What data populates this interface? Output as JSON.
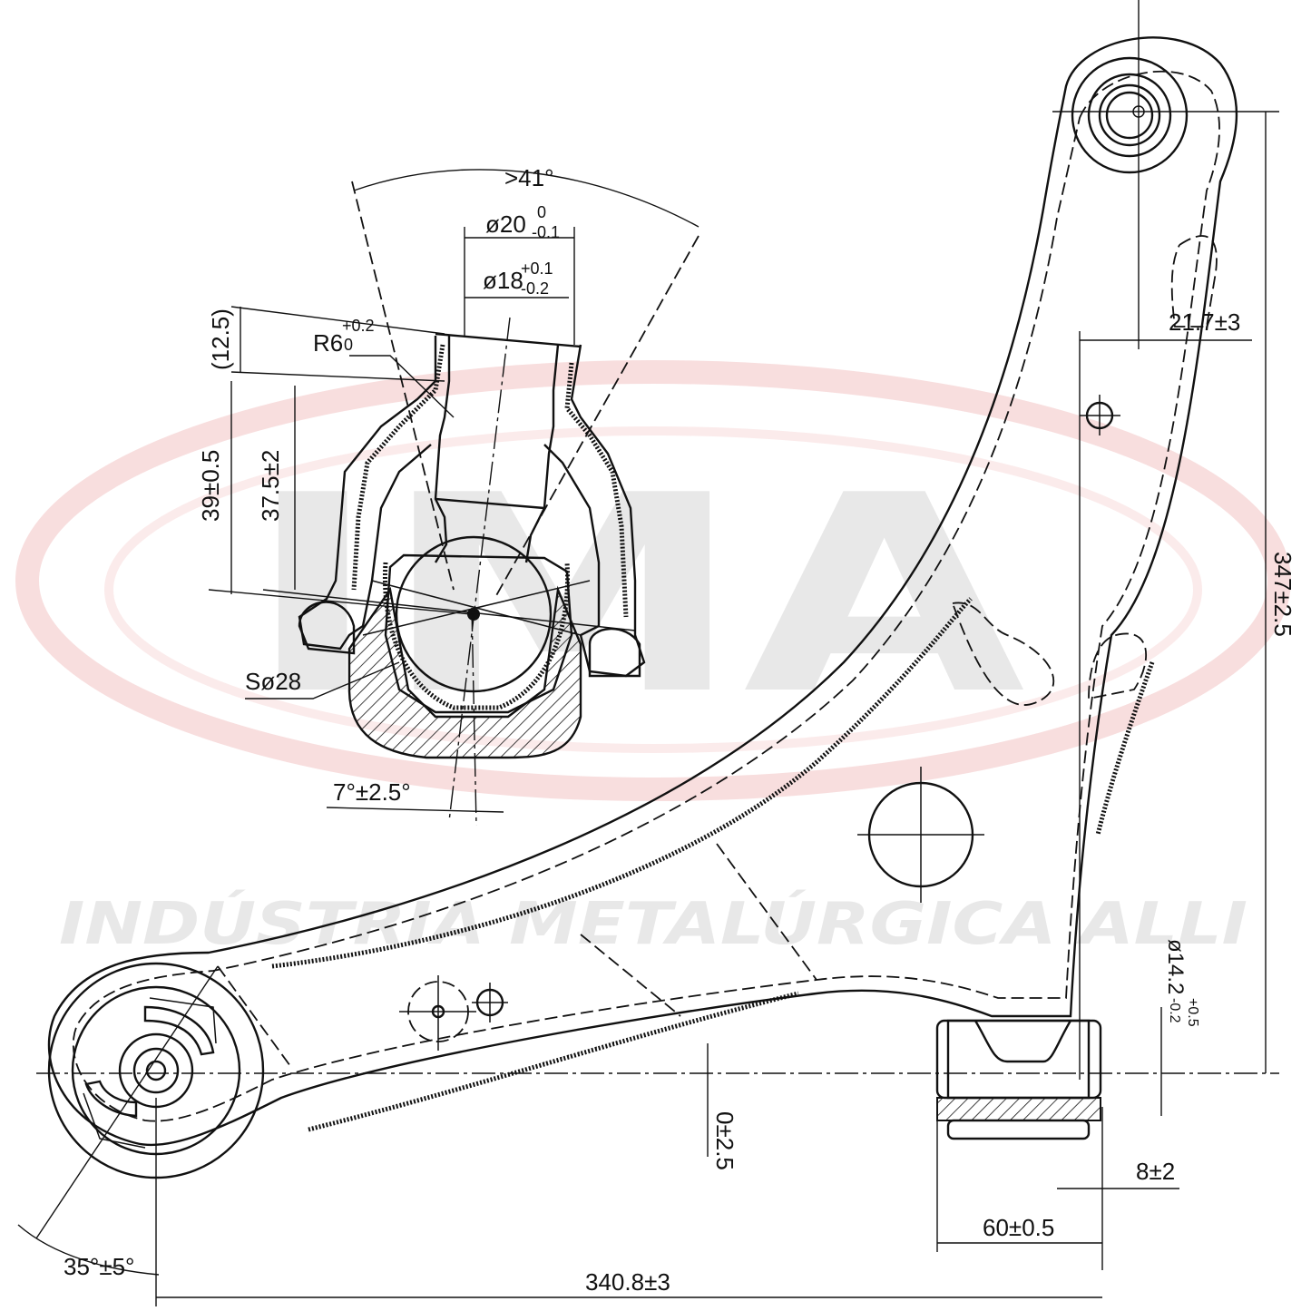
{
  "watermark": {
    "logo_text": "IMA",
    "tagline": "INDÚSTRIA METALÚRGICA ALLI",
    "logo_ring_color": "#f4c9c9",
    "logo_text_color": "#e6e6e6",
    "tagline_color": "#ececec"
  },
  "ball_joint_dims": {
    "angle": ">41°",
    "stud_dia_major": "ø20",
    "stud_dia_major_tol_upper": "0",
    "stud_dia_major_tol_lower": "-0.1",
    "stud_dia_minor": "ø18",
    "stud_dia_minor_tol_upper": "+0.1",
    "stud_dia_minor_tol_lower": "-0.2",
    "radius": "R6",
    "radius_tol_upper": "+0.2",
    "radius_tol_lower": "0",
    "ref_height": "(12.5)",
    "height_total": "39±0.5",
    "height_stud": "37.5±2",
    "sphere": "Sø28",
    "tilt": "7°±2.5°"
  },
  "arm_dims": {
    "offset_top": "21.7±3",
    "height_total": "347±2.5",
    "bushing_bore": "ø14.2",
    "bushing_bore_tol_upper": "+0.5",
    "bushing_bore_tol_lower": "-0.2",
    "vertical_offset": "0±2.5",
    "bushing_offset": "8±2",
    "bushing_width": "60±0.5",
    "length_total": "340.8±3",
    "bushing_angle": "35°±5°"
  }
}
